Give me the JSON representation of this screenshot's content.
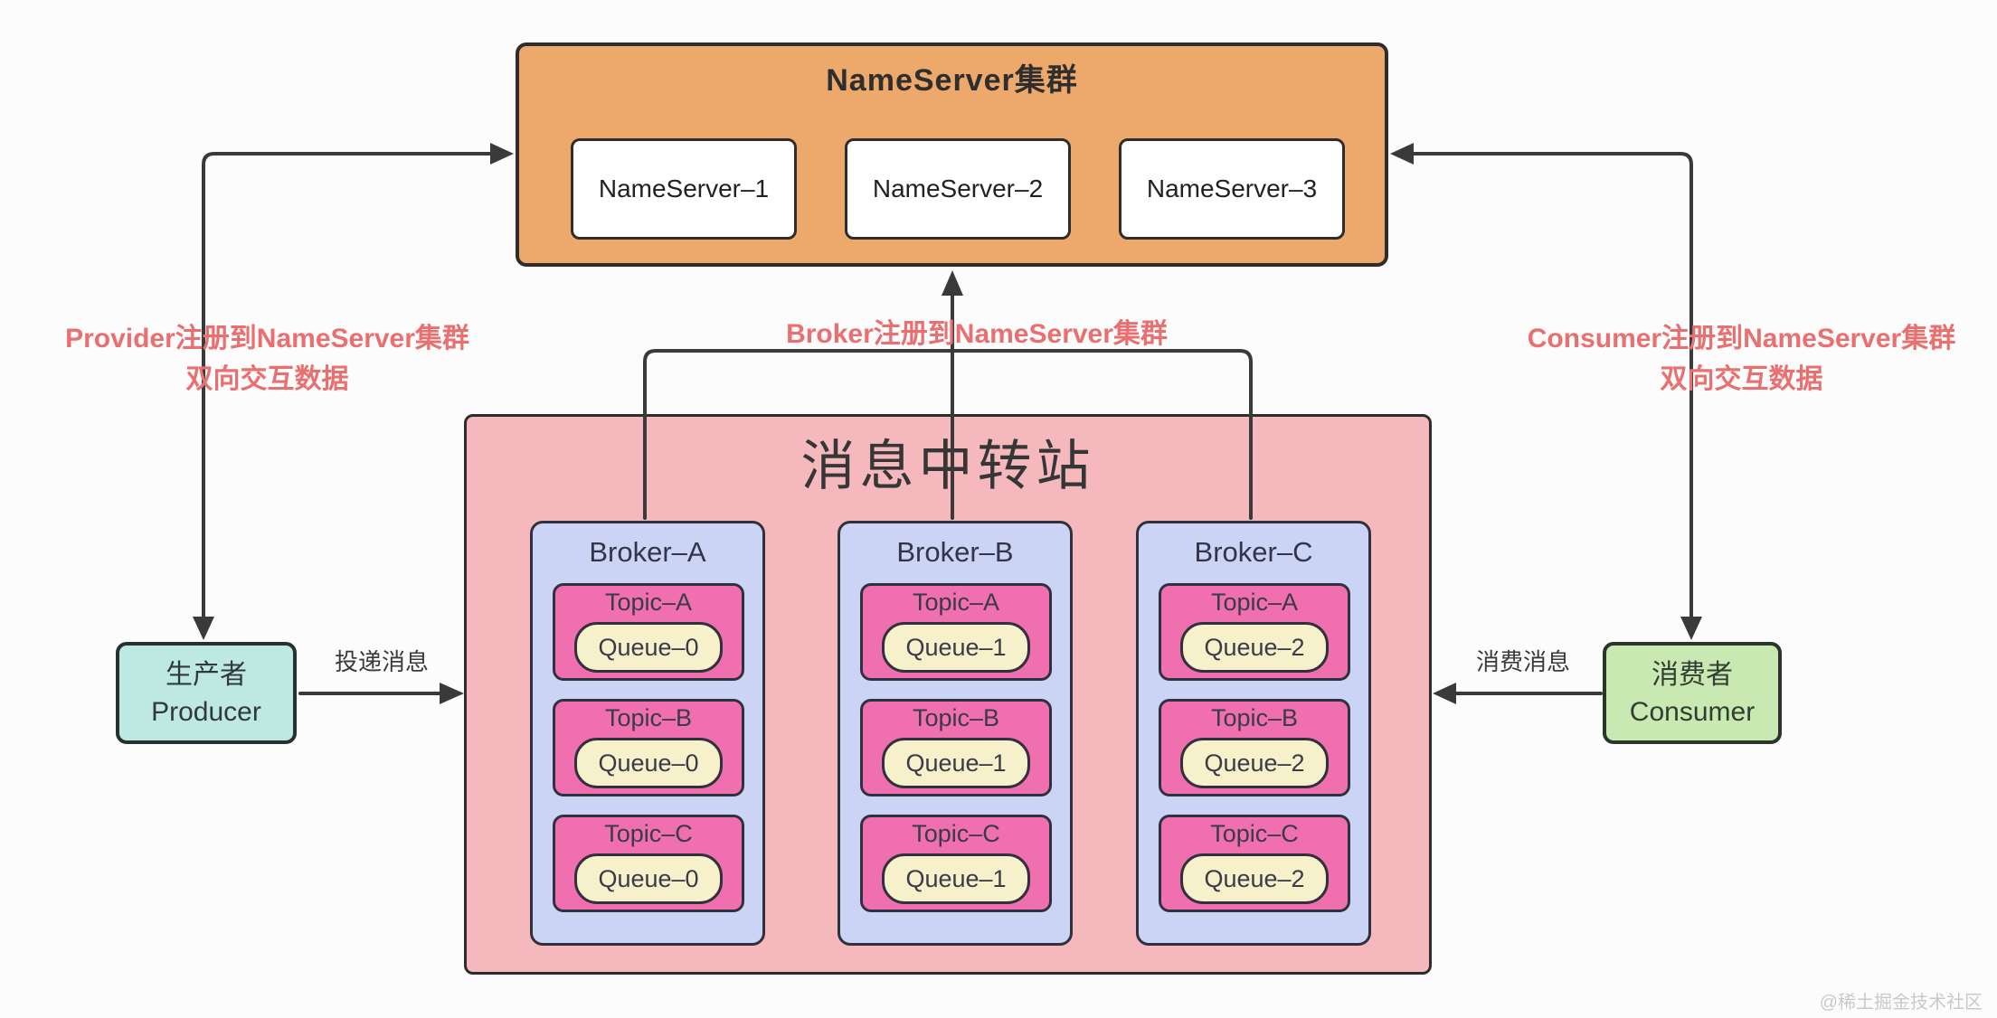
{
  "watermark": "@稀土掘金技术社区",
  "colors": {
    "nameserver_fill": "#ECA96B",
    "station_fill": "#F5B9BD",
    "broker_fill": "#CBD4F4",
    "topic_fill": "#F06FAF",
    "queue_fill": "#F6F1CB",
    "producer_fill": "#BDE9E2",
    "consumer_fill": "#C9E9B3",
    "edge_label_red": "#E97070",
    "connector": "#3a3a3a"
  },
  "nameserver_cluster": {
    "title": "NameServer集群",
    "servers": [
      "NameServer–1",
      "NameServer–2",
      "NameServer–3"
    ]
  },
  "message_station": {
    "title": "消息中转站",
    "brokers": [
      {
        "name": "Broker–A",
        "topics": [
          {
            "topic": "Topic–A",
            "queue": "Queue–0"
          },
          {
            "topic": "Topic–B",
            "queue": "Queue–0"
          },
          {
            "topic": "Topic–C",
            "queue": "Queue–0"
          }
        ]
      },
      {
        "name": "Broker–B",
        "topics": [
          {
            "topic": "Topic–A",
            "queue": "Queue–1"
          },
          {
            "topic": "Topic–B",
            "queue": "Queue–1"
          },
          {
            "topic": "Topic–C",
            "queue": "Queue–1"
          }
        ]
      },
      {
        "name": "Broker–C",
        "topics": [
          {
            "topic": "Topic–A",
            "queue": "Queue–2"
          },
          {
            "topic": "Topic–B",
            "queue": "Queue–2"
          },
          {
            "topic": "Topic–C",
            "queue": "Queue–2"
          }
        ]
      }
    ]
  },
  "producer": {
    "title_cn": "生产者",
    "title_en": "Producer"
  },
  "consumer": {
    "title_cn": "消费者",
    "title_en": "Consumer"
  },
  "edge_labels": {
    "provider_register_line1": "Provider注册到NameServer集群",
    "provider_register_line2": "双向交互数据",
    "broker_register": "Broker注册到NameServer集群",
    "consumer_register_line1": "Consumer注册到NameServer集群",
    "consumer_register_line2": "双向交互数据",
    "deliver": "投递消息",
    "consume": "消费消息"
  }
}
